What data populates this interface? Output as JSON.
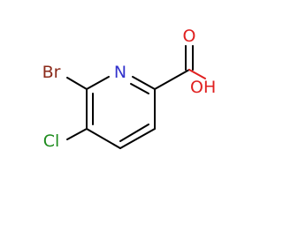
{
  "molecule": {
    "atoms": [
      {
        "id": "N",
        "text": "N",
        "color": "#3333cc"
      },
      {
        "id": "Br",
        "text": "Br",
        "color": "#8b2a1a"
      },
      {
        "id": "Cl",
        "text": "Cl",
        "color": "#1e8c1e"
      },
      {
        "id": "O",
        "text": "O",
        "color": "#e02020"
      },
      {
        "id": "OH",
        "text": "OH",
        "color": "#e02020"
      }
    ],
    "bond_color": "#000000"
  }
}
